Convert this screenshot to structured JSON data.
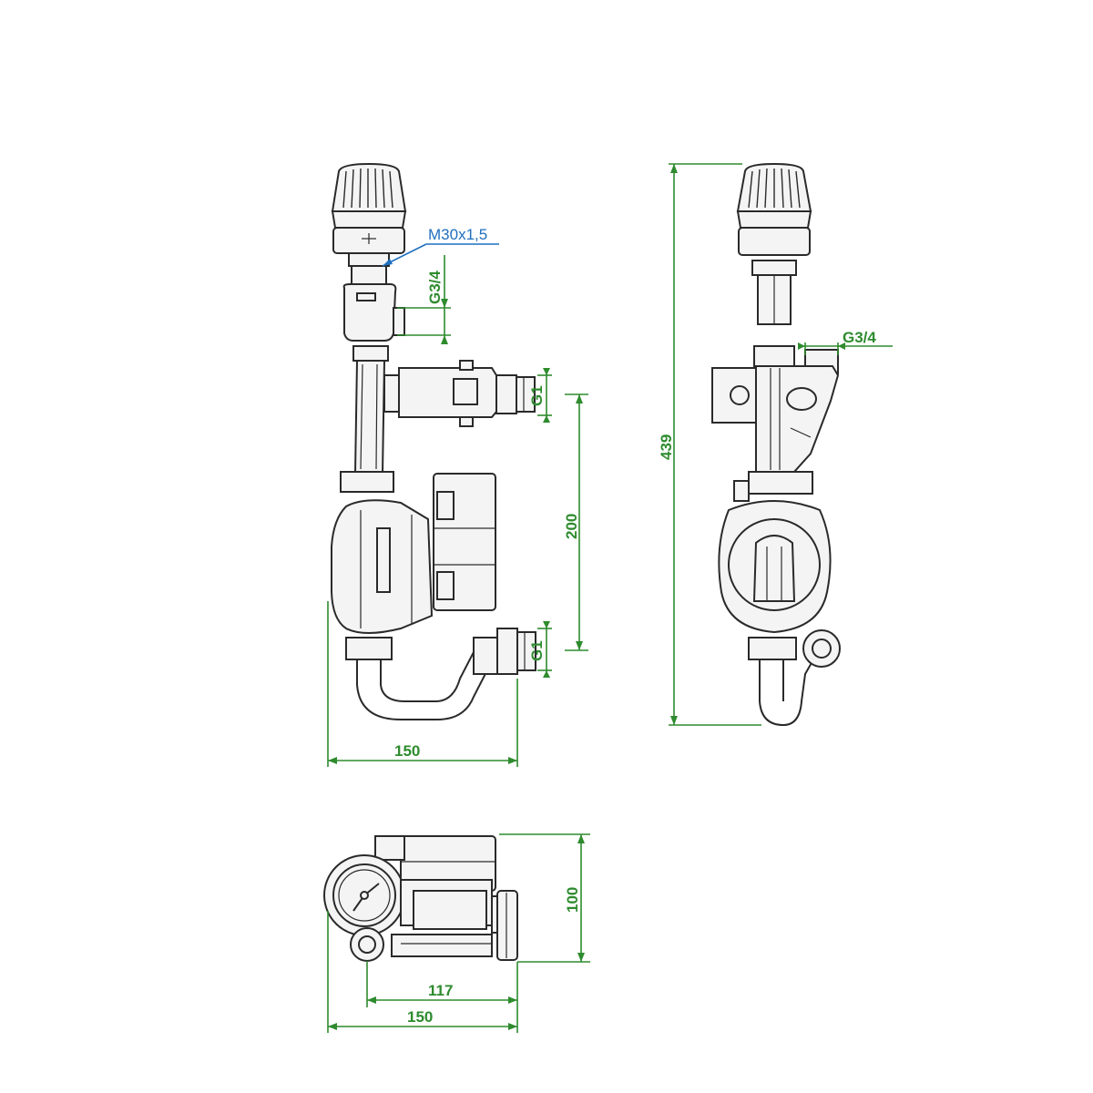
{
  "dimensions": {
    "front_width": "150",
    "front_height": "200",
    "front_g1_top": "G1",
    "front_g1_bottom": "G1",
    "front_g34": "G3/4",
    "callout_thread": "M30x1,5",
    "side_height": "439",
    "side_g34": "G3/4",
    "top_depth": "100",
    "top_offset": "117",
    "top_width": "150"
  },
  "colors": {
    "dimension": "#2e8b2e",
    "callout": "#1f6fbf",
    "outline": "#2a2a2a"
  }
}
